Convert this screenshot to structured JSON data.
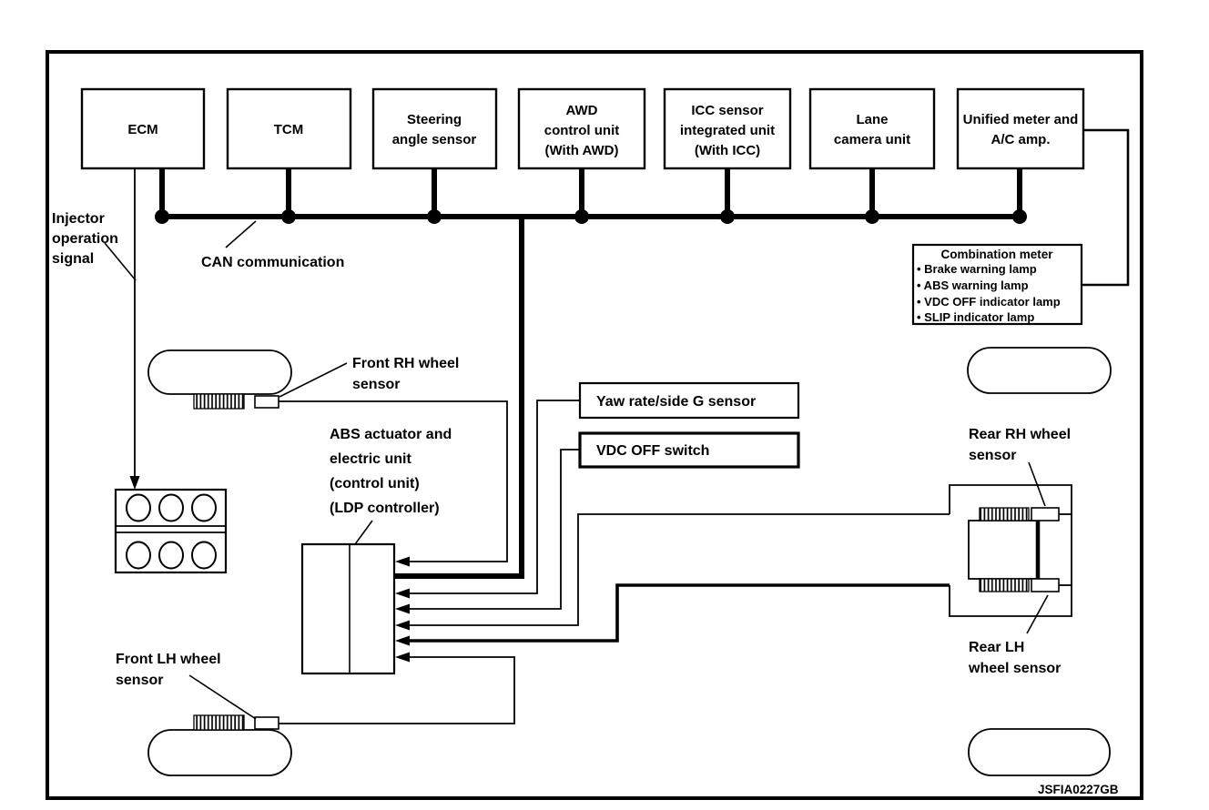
{
  "figure_code": "JSFIA0227GB",
  "colors": {
    "line": "#000000",
    "background": "#ffffff"
  },
  "nodes": {
    "ecm": {
      "label": "ECM"
    },
    "tcm": {
      "label": "TCM"
    },
    "steering": {
      "lines": [
        "Steering",
        "angle sensor"
      ]
    },
    "awd": {
      "lines": [
        "AWD",
        "control unit",
        "(With AWD)"
      ]
    },
    "icc": {
      "lines": [
        "ICC sensor",
        "integrated unit",
        "(With ICC)"
      ]
    },
    "lane": {
      "lines": [
        "Lane",
        "camera unit"
      ]
    },
    "unified": {
      "lines": [
        "Unified meter and",
        "A/C amp."
      ]
    },
    "combination_meter": {
      "title": "Combination meter",
      "items": [
        "• Brake warning lamp",
        "• ABS warning lamp",
        "• VDC OFF indicator lamp",
        "• SLIP indicator lamp"
      ]
    },
    "yaw": {
      "label": "Yaw rate/side G sensor"
    },
    "vdc": {
      "label": "VDC OFF switch"
    }
  },
  "annotations": {
    "injector": {
      "lines": [
        "Injector",
        "operation",
        "signal"
      ]
    },
    "can": {
      "label": "CAN communication"
    },
    "abs": {
      "lines": [
        "ABS actuator and",
        "electric unit",
        "(control unit)",
        "(LDP controller)"
      ]
    },
    "front_rh": {
      "lines": [
        "Front RH wheel",
        "sensor"
      ]
    },
    "front_lh": {
      "lines": [
        "Front LH wheel",
        "sensor"
      ]
    },
    "rear_rh": {
      "lines": [
        "Rear RH wheel",
        "sensor"
      ]
    },
    "rear_lh": {
      "lines": [
        "Rear LH",
        "wheel sensor"
      ]
    }
  }
}
